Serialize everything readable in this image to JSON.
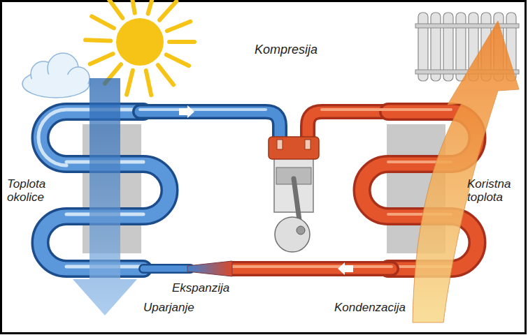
{
  "diagram": {
    "labels": [
      "Kompresija",
      "Toplota okolice",
      "Koristna toplota",
      "Ekspanzija",
      "Uparjanje",
      "Kondenzacija"
    ]
  }
}
